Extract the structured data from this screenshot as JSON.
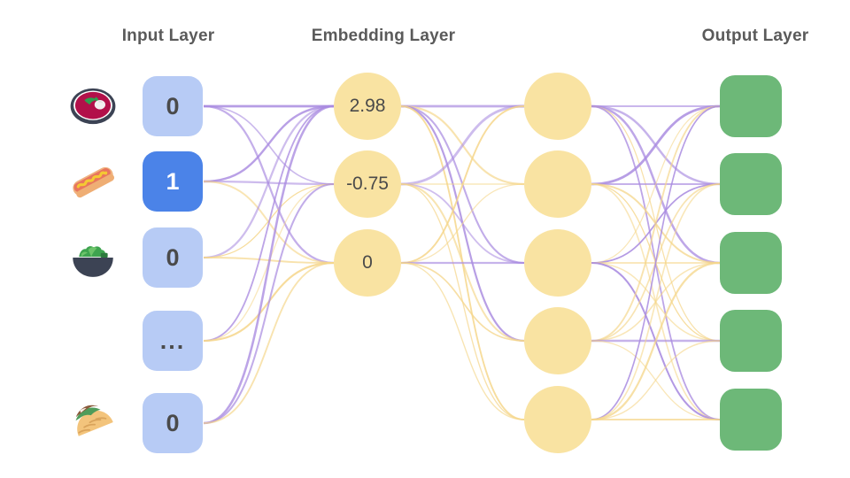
{
  "diagram": {
    "title_input": "Input Layer",
    "title_embedding": "Embedding Layer",
    "title_output": "Output Layer",
    "colors": {
      "input_box": "#B7CBF5",
      "input_box_active": "#4B83E8",
      "node_yellow": "#F9E3A2",
      "output_green": "#6DB878",
      "edge_purple": "#A98BE0",
      "edge_gold": "#F5D68A",
      "heading_text": "#5A5A5A",
      "value_text": "#4A4A4A",
      "background": "#FFFFFF"
    }
  },
  "input_layer": {
    "icons": [
      "soup-bowl-icon",
      "hot-dog-icon",
      "salad-bowl-icon",
      "taco-icon"
    ],
    "nodes": [
      {
        "value": "0",
        "active": false,
        "icon": "soup-bowl-icon"
      },
      {
        "value": "1",
        "active": true,
        "icon": "hot-dog-icon"
      },
      {
        "value": "0",
        "active": false,
        "icon": "salad-bowl-icon"
      },
      {
        "value": "...",
        "active": false,
        "icon": ""
      },
      {
        "value": "0",
        "active": false,
        "icon": "taco-icon"
      }
    ]
  },
  "embedding_layer": {
    "nodes": [
      {
        "value": "2.98"
      },
      {
        "value": "-0.75"
      },
      {
        "value": "0"
      }
    ]
  },
  "hidden_layer": {
    "nodes": [
      {
        "value": ""
      },
      {
        "value": ""
      },
      {
        "value": ""
      },
      {
        "value": ""
      },
      {
        "value": ""
      }
    ]
  },
  "output_layer": {
    "nodes": [
      {
        "value": ""
      },
      {
        "value": ""
      },
      {
        "value": ""
      },
      {
        "value": ""
      },
      {
        "value": ""
      }
    ]
  }
}
